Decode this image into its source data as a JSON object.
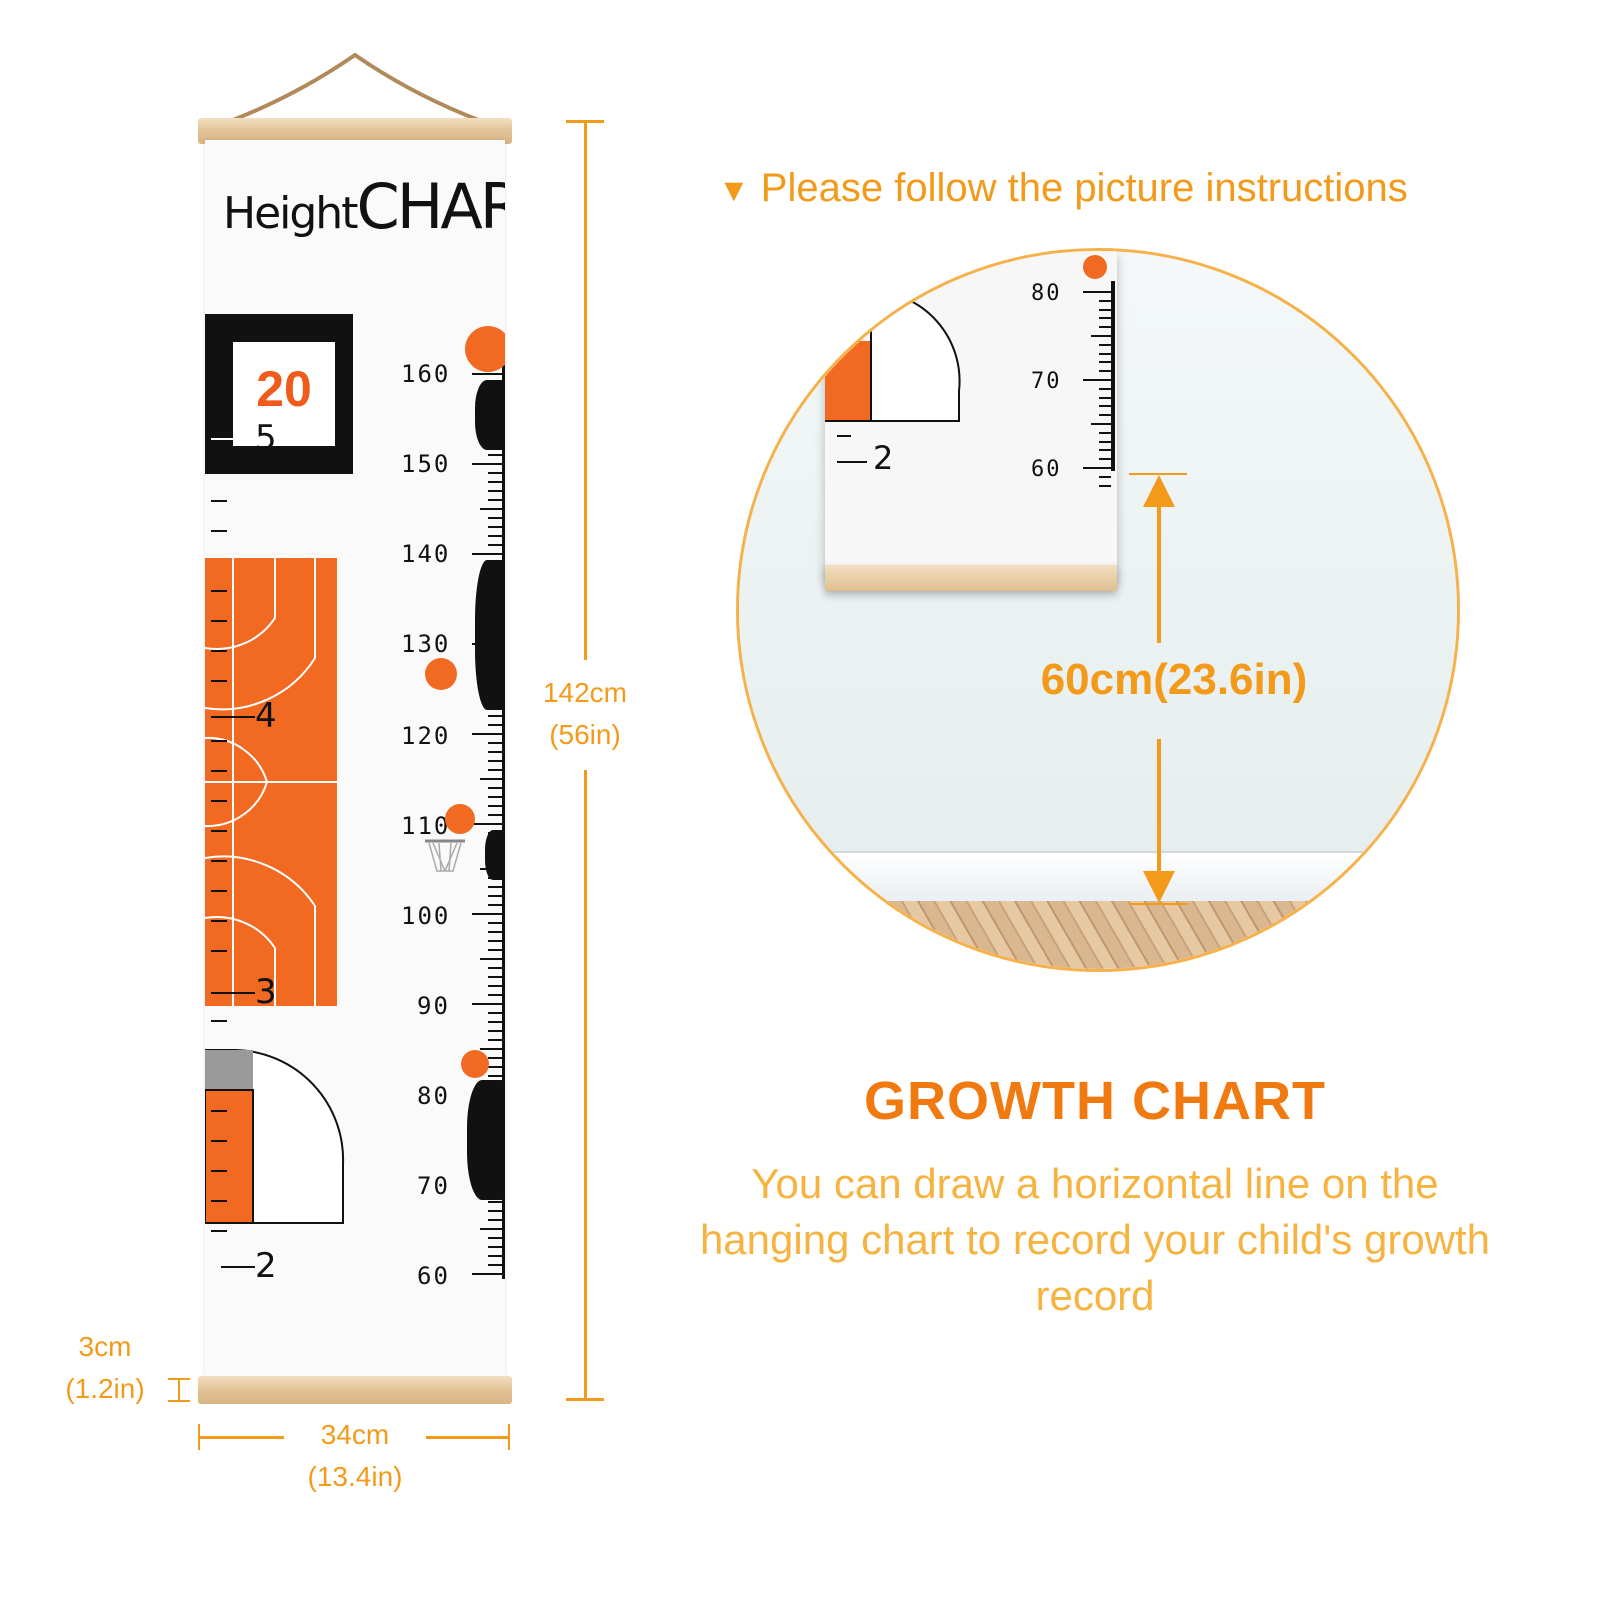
{
  "chart": {
    "title_part1": "Height",
    "title_part2": "CHART",
    "scoreboard_number": "20",
    "feet_labels": [
      "5",
      "4",
      "3",
      "2"
    ],
    "cm_labels": [
      "160",
      "150",
      "140",
      "130",
      "120",
      "110",
      "100",
      "90",
      "80",
      "70",
      "60"
    ]
  },
  "dimensions": {
    "height_cm": "142cm",
    "height_in": "(56in)",
    "rod_cm": "3cm",
    "rod_in": "(1.2in)",
    "width_cm": "34cm",
    "width_in": "(13.4in)"
  },
  "instructions": {
    "arrow_icon": "▼",
    "text": "Please follow the picture instructions"
  },
  "zoom": {
    "cm_labels": [
      "80",
      "70",
      "60"
    ],
    "feet_label": "2",
    "mount_height": "60cm(23.6in)"
  },
  "info": {
    "heading": "GROWTH CHART",
    "description": "You can draw a horizontal line on the hanging chart to record your child's growth record"
  },
  "colors": {
    "accent": "#f39a1a",
    "court": "#f26a22",
    "wood": "#e2c397"
  }
}
